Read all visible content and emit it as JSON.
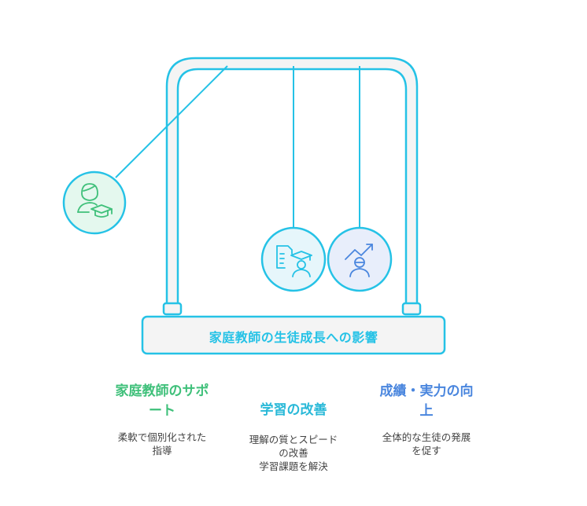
{
  "base": {
    "label": "家庭教師の生徒成長への影響"
  },
  "items": [
    {
      "title_lines": [
        "家庭教師のサポ",
        "ート"
      ],
      "desc_lines": [
        "柔軟で個別化された",
        "指導"
      ],
      "color": "#3fc07a",
      "icon": "tutor-graduate-icon"
    },
    {
      "title_lines": [
        "学習の改善"
      ],
      "desc_lines": [
        "理解の質とスピード",
        "の改善",
        "学習課題を解決"
      ],
      "color": "#2ab9d8",
      "icon": "document-student-icon"
    },
    {
      "title_lines": [
        "成績・実力の向",
        "上"
      ],
      "desc_lines": [
        "全体的な生徒の発展",
        "を促す"
      ],
      "color": "#4a86de",
      "icon": "growth-student-icon"
    }
  ],
  "colors": {
    "frame": "#25c2e6",
    "frame_fill": "#f4f4f4"
  }
}
